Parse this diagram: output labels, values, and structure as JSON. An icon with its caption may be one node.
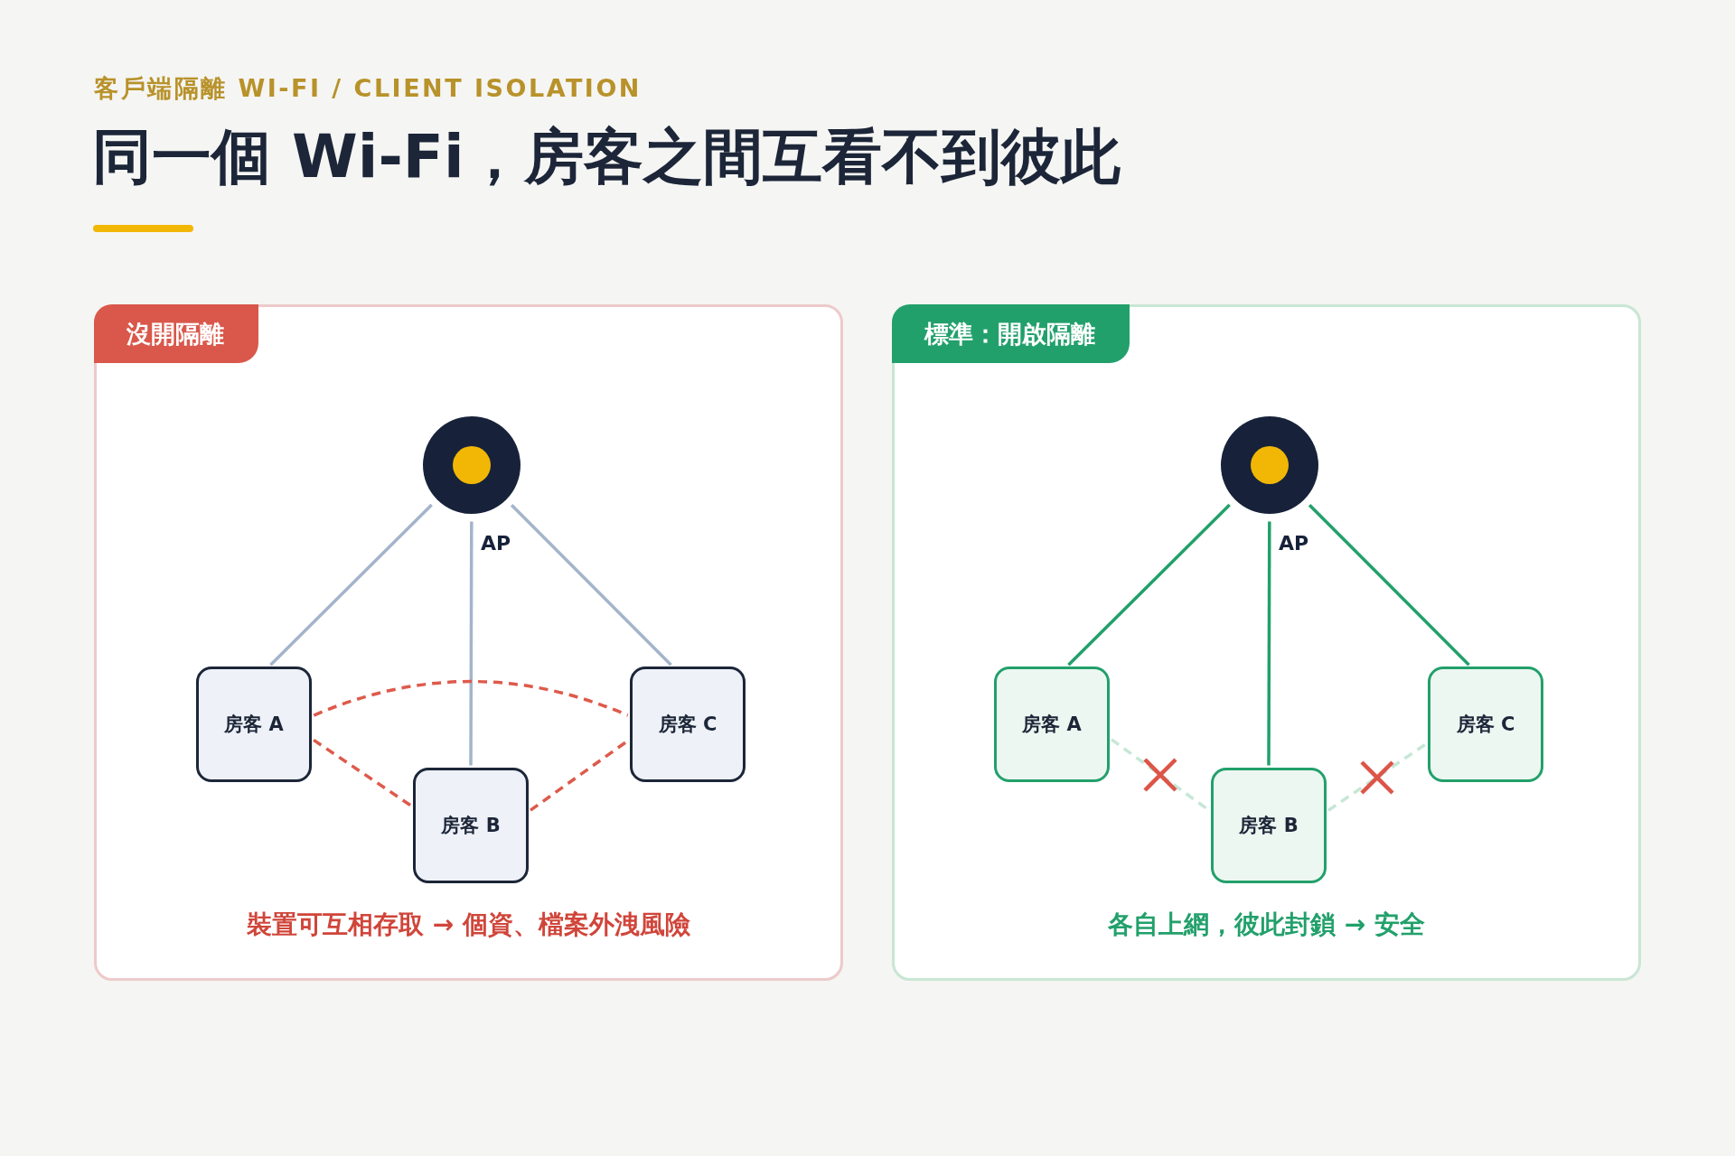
{
  "diagram": {
    "title": "同一個 Wi-Fi，房客之間互看不到彼此",
    "nodes": [
      {
        "text": [
          "沒開隔離",
          "裝置可互相存取 → 個資、檔案外洩風險"
        ]
      },
      {
        "text": [
          "AP"
        ],
        "in": 0
      },
      {
        "text": [
          "房客 A"
        ],
        "in": 0
      },
      {
        "text": [
          "房客 B"
        ],
        "in": 0
      },
      {
        "text": [
          "房客 C"
        ],
        "in": 0
      },
      {
        "text": [
          "標準：開啟隔離",
          "各自上網，彼此封鎖 → 安全"
        ]
      },
      {
        "text": [
          "AP"
        ],
        "in": 5
      },
      {
        "text": [
          "房客 A"
        ],
        "in": 5
      },
      {
        "text": [
          "房客 B"
        ],
        "in": 5
      },
      {
        "text": [
          "房客 C"
        ],
        "in": 5
      }
    ],
    "edges": [
      {
        "from": 1,
        "to": 2,
        "arrow": "none"
      },
      {
        "from": 1,
        "to": 3,
        "arrow": "none"
      },
      {
        "from": 1,
        "to": 4,
        "arrow": "none"
      },
      {
        "from": 2,
        "to": 4,
        "arrow": "none",
        "style": "dashed",
        "color": "#de5a4b"
      },
      {
        "from": 2,
        "to": 3,
        "arrow": "none",
        "style": "dashed",
        "color": "#de5a4b"
      },
      {
        "from": 3,
        "to": 4,
        "arrow": "none",
        "style": "dashed",
        "color": "#de5a4b"
      },
      {
        "from": 6,
        "to": 7,
        "arrow": "none",
        "color": "#22a06b"
      },
      {
        "from": 6,
        "to": 8,
        "arrow": "none",
        "color": "#22a06b"
      },
      {
        "from": 6,
        "to": 9,
        "arrow": "none",
        "color": "#22a06b"
      },
      {
        "from": 7,
        "to": 8,
        "arrow": "none",
        "style": "dashed",
        "color": "#c6e7d6"
      },
      {
        "from": 8,
        "to": 9,
        "arrow": "none",
        "style": "dashed",
        "color": "#c6e7d6"
      }
    ],
    "labels": [
      "客戶端隔離 WI-FI / CLIENT ISOLATION"
    ]
  }
}
